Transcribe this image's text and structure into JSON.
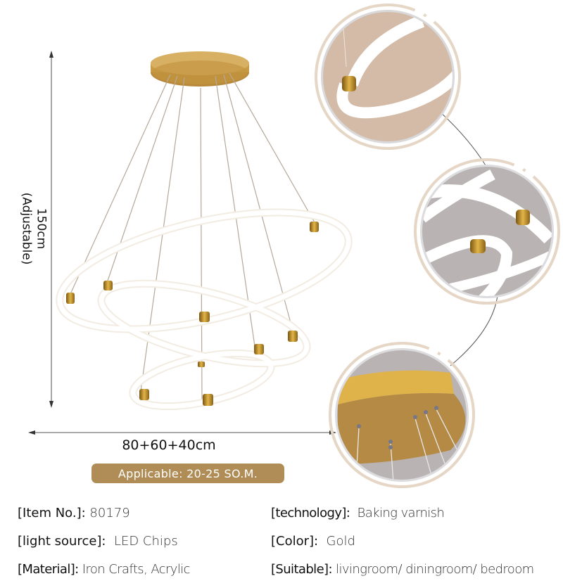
{
  "dimensions": {
    "height_value": "150cm",
    "height_note": "(Adjustable)",
    "width_value": "80+60+40cm"
  },
  "badge": {
    "text": "Applicable: 20-25 SO.M.",
    "color": "#b08d57"
  },
  "product_image": {
    "subject": "three-ring LED pendant chandelier",
    "ring_count": 3,
    "canopy_color": "#c49a45",
    "ring_color": "#ffffff"
  },
  "detail_callouts": [
    {
      "name": "ring-clip-closeup",
      "background": "#d3bba7"
    },
    {
      "name": "ring-crossing-closeup",
      "background": "#b9b3b3"
    },
    {
      "name": "canopy-closeup",
      "background": "#b9b3b3"
    }
  ],
  "specs": {
    "left": [
      {
        "key": "[Item No.]:",
        "value": " 80179"
      },
      {
        "key": "[light source]:",
        "value": "  LED Chips"
      },
      {
        "key": "[Material]:",
        "value": " Iron Crafts, Acrylic"
      }
    ],
    "right": [
      {
        "key": "[technology]:",
        "value": "  Baking varnish"
      },
      {
        "key": "[Color]:",
        "value": "  Gold"
      },
      {
        "key": "[Suitable]:",
        "value": " livingroom/ diningroom/ bedroom"
      }
    ]
  },
  "colors": {
    "accent_gold": "#b08d57",
    "ring_frame": "#e5d6c5",
    "text": "#222222"
  }
}
